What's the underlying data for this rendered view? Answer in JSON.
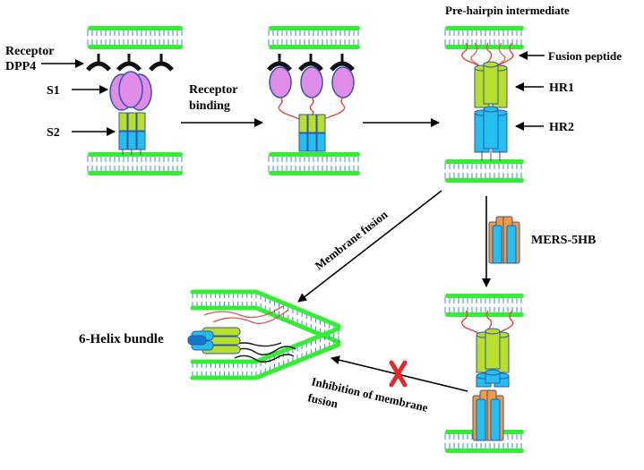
{
  "labels": {
    "receptor_line1": "Receptor",
    "receptor_line2": "DPP4",
    "s1": "S1",
    "s2": "S2",
    "receptor_binding_line1": "Receptor",
    "receptor_binding_line2": "binding",
    "pre_hairpin": "Pre-hairpin intermediate",
    "fusion_peptide": "Fusion peptide",
    "hr1": "HR1",
    "hr2": "HR2",
    "mers_5hb": "MERS-5HB",
    "membrane_fusion": "Membrane fusion",
    "six_helix": "6-Helix bundle",
    "inhibition_line1": "Inhibition of membrane",
    "inhibition_line2": "fusion"
  },
  "colors": {
    "membrane_head": "#33ee33",
    "membrane_tail": "#4488cc",
    "s1_lobe": "#e08ce8",
    "hr1_helix": "#b8e02a",
    "hr2_helix": "#22bfef",
    "inhibitor_helix": "#f39a3a",
    "receptor": "#111111",
    "linker": "#d9534f",
    "block_mark": "#e8262c"
  }
}
